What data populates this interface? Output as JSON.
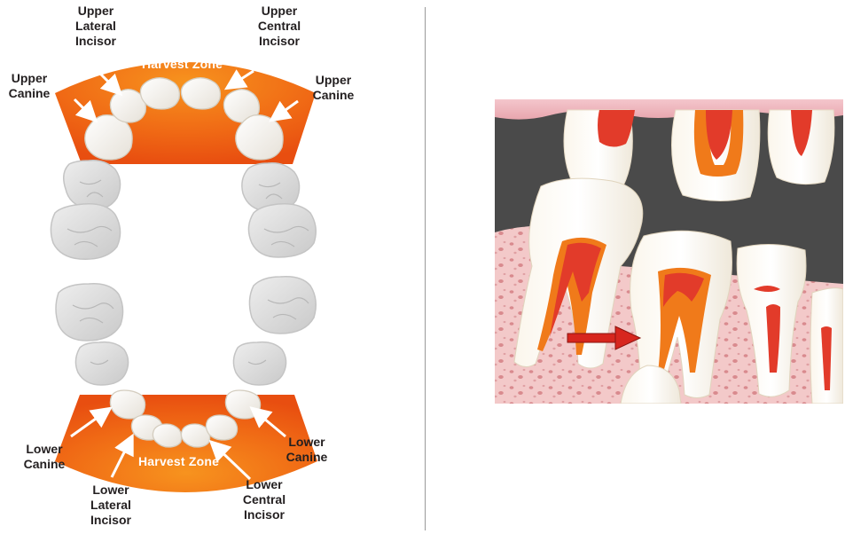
{
  "figure": {
    "upper_zone_label": "Harvest Zone",
    "lower_zone_label": "Harvest Zone",
    "labels": {
      "upper_lateral_incisor": "Upper\nLateral\nIncisor",
      "upper_central_incisor": "Upper\nCentral\nIncisor",
      "upper_canine_left": "Upper\nCanine",
      "upper_canine_right": "Upper\nCanine",
      "lower_canine_left": "Lower\nCanine",
      "lower_canine_right": "Lower\nCanine",
      "lower_lateral_incisor": "Lower\nLateral\nIncisor",
      "lower_central_incisor": "Lower\nCentral\nIncisor"
    }
  },
  "colors": {
    "zone_orange": "#ee5a12",
    "zone_light": "#f7931e",
    "gum_pink": "#f2b8c0",
    "pulp_red": "#e23b2a",
    "arrow_red": "#d7261e",
    "dark_bg": "#4a4a4a"
  }
}
